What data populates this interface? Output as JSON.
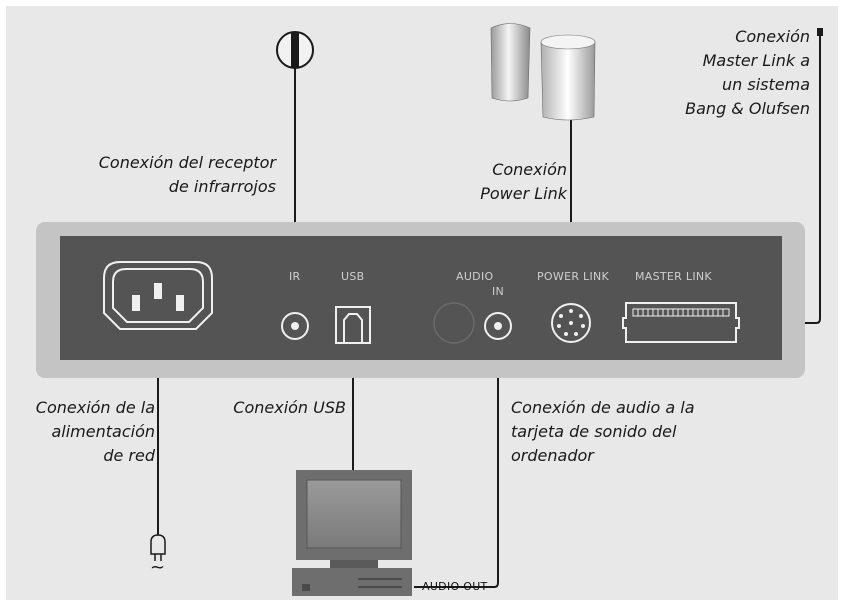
{
  "captions": {
    "master_link": [
      "Conexión",
      "Master Link a",
      "un sistema",
      "Bang & Olufsen"
    ],
    "ir_receiver": [
      "Conexión del receptor",
      "de infrarrojos"
    ],
    "power_link": [
      "Conexión",
      "Power Link"
    ],
    "mains": [
      "Conexión de la",
      "alimentación",
      "de red"
    ],
    "usb": [
      "Conexión USB"
    ],
    "audio": [
      "Conexión de audio a la",
      "tarjeta de sonido del",
      "ordenador"
    ]
  },
  "panel_labels": {
    "ir": "IR",
    "usb": "USB",
    "audio_line1": "AUDIO",
    "audio_line2": "IN",
    "power_link": "POWER LINK",
    "master_link": "MASTER LINK"
  },
  "computer_labels": {
    "audio_out": "AUDIO OUT"
  },
  "symbols": {
    "ac": "~"
  },
  "colors": {
    "background": "#e8e8e8",
    "panel_outer": "#c4c4c4",
    "panel_inner": "#545454",
    "line": "#1a1a1a"
  }
}
